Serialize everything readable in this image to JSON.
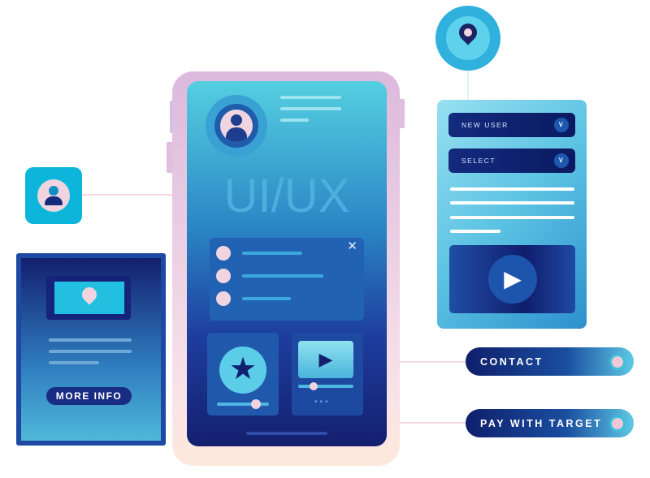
{
  "phone": {
    "title": "UI/UX"
  },
  "left_card": {
    "button": "MORE INFO"
  },
  "right_card": {
    "select1": "NEW USER",
    "select2": "SELECT"
  },
  "buttons": {
    "contact": "CONTACT",
    "pay": "PAY WITH TARGET"
  },
  "colors": {
    "navy": "#141f6e",
    "cyan": "#0fb5dd",
    "pink": "#f1c8d8"
  }
}
